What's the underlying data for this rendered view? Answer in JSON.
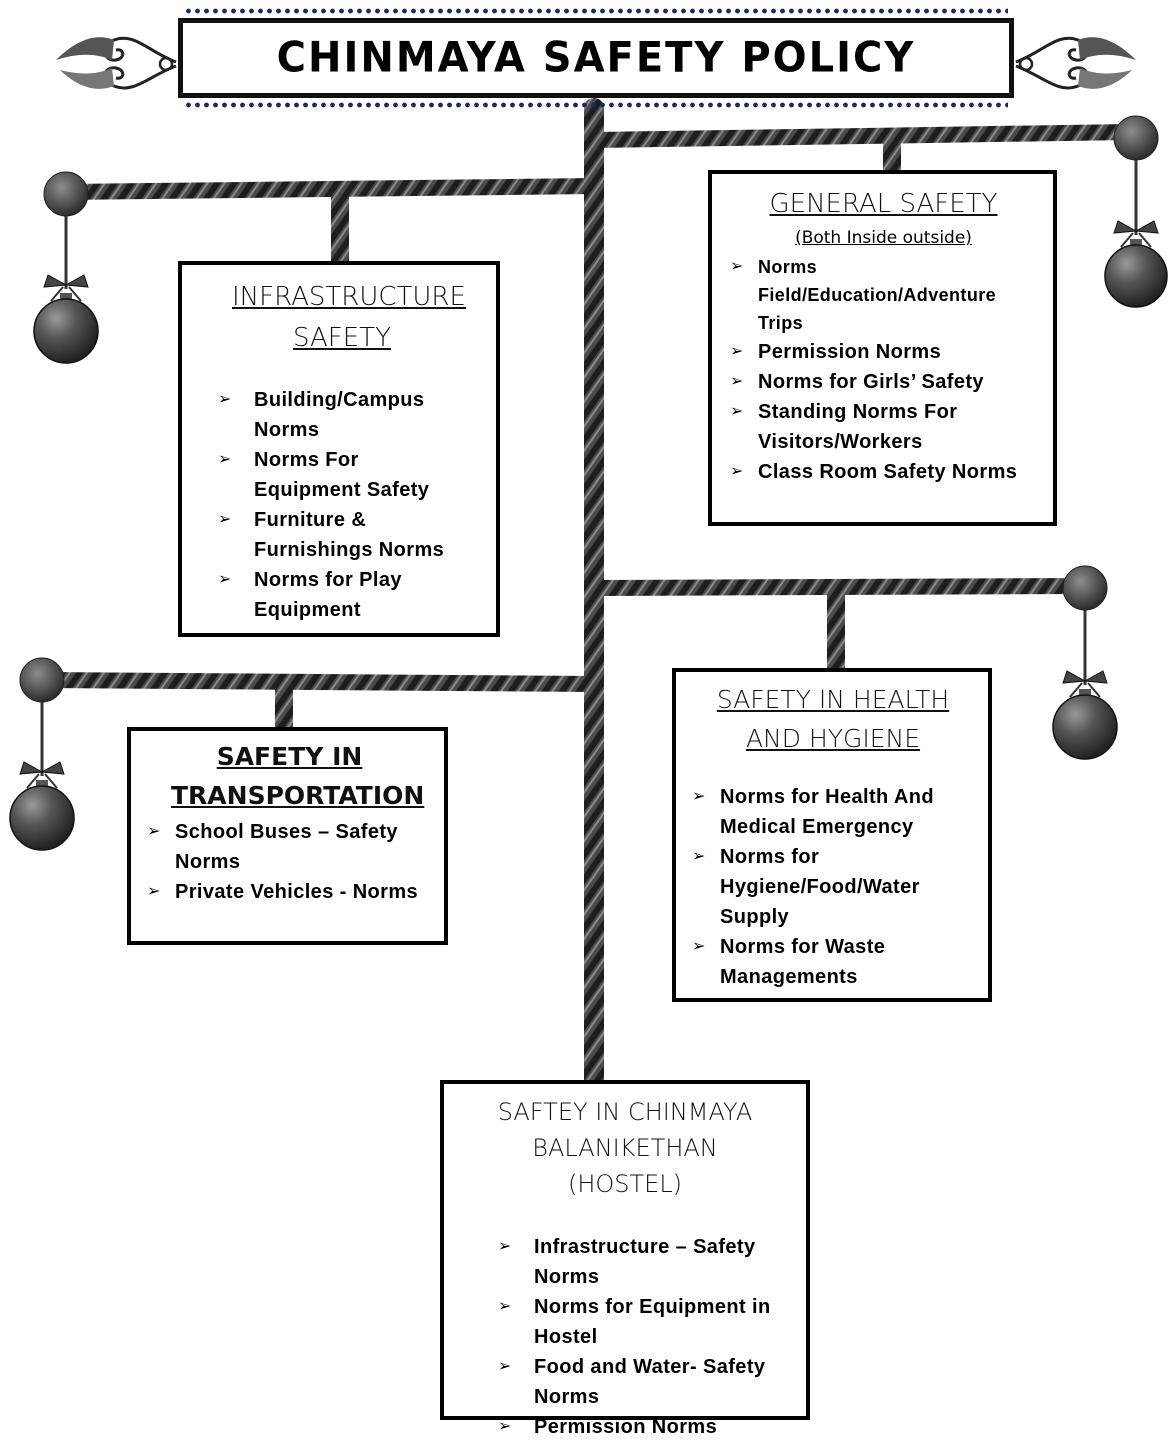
{
  "title": "CHINMAYA SAFETY POLICY",
  "nodes": {
    "infrastructure": {
      "title": "INFRASTRUCTURE SAFETY",
      "items": [
        "Building/Campus Norms",
        "Norms For Equipment Safety",
        "Furniture & Furnishings Norms",
        "Norms for Play Equipment"
      ]
    },
    "general": {
      "title": "GENERAL SAFETY",
      "subtitle": "(Both Inside outside)",
      "items": [
        "Norms Field/Education/Adventure Trips",
        "Permission Norms",
        "Norms for Girls’ Safety",
        "Standing Norms For Visitors/Workers",
        "Class Room Safety Norms"
      ]
    },
    "transportation": {
      "title": "SAFETY IN TRANSPORTATION",
      "items": [
        "School Buses – Safety Norms",
        "Private Vehicles - Norms"
      ]
    },
    "health": {
      "title": "SAFETY IN HEALTH AND HYGIENE",
      "items": [
        "Norms for Health And Medical Emergency",
        "Norms for Hygiene/Food/Water Supply",
        "Norms for Waste Managements"
      ]
    },
    "hostel": {
      "title": "SAFTEY IN CHINMAYA BALANIKETHAN (HOSTEL)",
      "items": [
        "Infrastructure – Safety Norms",
        "Norms for Equipment in Hostel",
        "Food and Water- Safety Norms",
        "Permission Norms"
      ]
    }
  },
  "colors": {
    "rope": "#3a3a3a",
    "dots": "#1b2a6b",
    "ornament": "#4a4a4a"
  }
}
